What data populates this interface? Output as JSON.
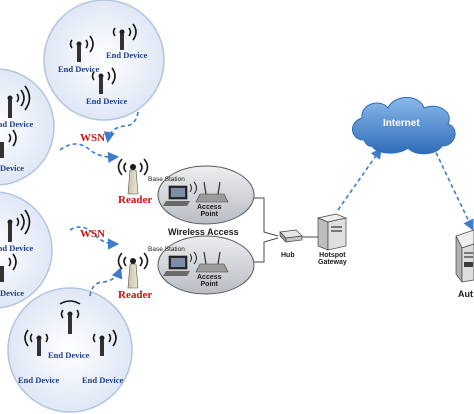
{
  "colors": {
    "wsn_circle_fill": "#e3eaf6",
    "wsn_circle_stroke": "#b5c4df",
    "arrow_blue": "#3d7cc9",
    "label_blue": "#1f3f8f",
    "label_red": "#d01010",
    "cloud_blue": "#4a8ad0",
    "ap_pod_fill": "#d6d9dd"
  },
  "clusters": {
    "top": {
      "devices": [
        "End Device",
        "End Device",
        "End Device"
      ]
    },
    "upper_left": {
      "devices": [
        "End Device",
        "Device"
      ]
    },
    "lower_left": {
      "devices": [
        "End Device",
        "Device"
      ]
    },
    "bottom": {
      "devices": [
        "End Device",
        "End Device",
        "End Device"
      ]
    }
  },
  "wsn_labels": [
    "WSN",
    "WSN"
  ],
  "readers": [
    "Reader",
    "Reader"
  ],
  "base_stations": [
    {
      "label": "Base Station",
      "ap_label": "Access\nPoint"
    },
    {
      "label": "Base Station",
      "ap_label": "Access\nPoint"
    }
  ],
  "wireless_access_label": "Wireless Access",
  "hub_label": "Hub",
  "gateway_label": "Hotspot\nGateway",
  "internet_label": "Internet",
  "server_label": "Aut"
}
